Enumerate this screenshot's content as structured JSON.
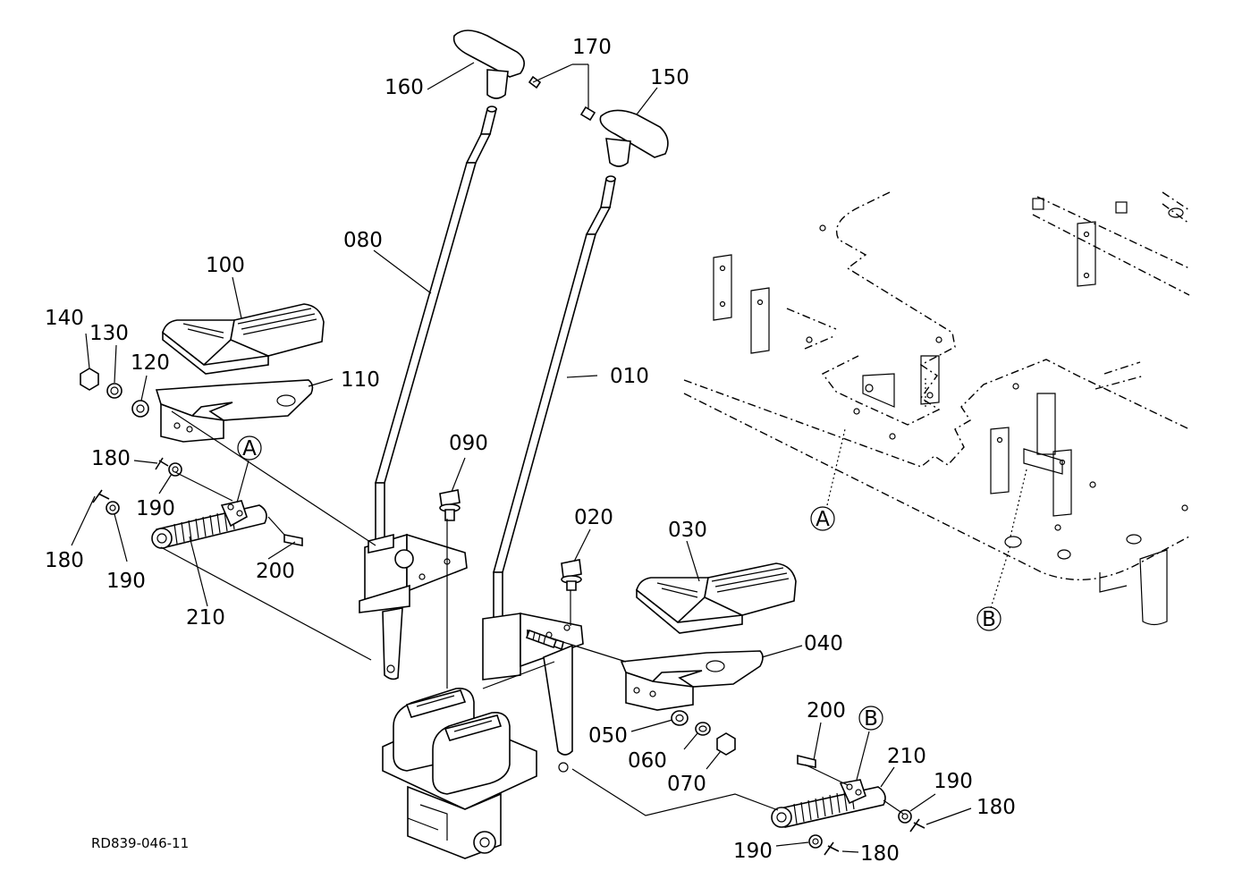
{
  "drawing_code": "RD839-046-11",
  "callouts": [
    {
      "id": "c160",
      "text": "160",
      "part": "Grip (left lever)"
    },
    {
      "id": "c170",
      "text": "170"
    },
    {
      "id": "c150",
      "text": "150"
    },
    {
      "id": "c080",
      "text": "080"
    },
    {
      "id": "c010",
      "text": "010"
    },
    {
      "id": "c100",
      "text": "100"
    },
    {
      "id": "c140",
      "text": "140"
    },
    {
      "id": "c130",
      "text": "130"
    },
    {
      "id": "c120",
      "text": "120"
    },
    {
      "id": "c110",
      "text": "110"
    },
    {
      "id": "c180a",
      "text": "180"
    },
    {
      "id": "c190a",
      "text": "190"
    },
    {
      "id": "c180b",
      "text": "180"
    },
    {
      "id": "c190b",
      "text": "190"
    },
    {
      "id": "c200a",
      "text": "200"
    },
    {
      "id": "c210a",
      "text": "210"
    },
    {
      "id": "c090",
      "text": "090"
    },
    {
      "id": "c020",
      "text": "020"
    },
    {
      "id": "c030",
      "text": "030"
    },
    {
      "id": "c040",
      "text": "040"
    },
    {
      "id": "c050",
      "text": "050"
    },
    {
      "id": "c060",
      "text": "060"
    },
    {
      "id": "c070",
      "text": "070"
    },
    {
      "id": "c200b",
      "text": "200"
    },
    {
      "id": "c210b",
      "text": "210"
    },
    {
      "id": "c190c",
      "text": "190"
    },
    {
      "id": "c180c",
      "text": "180"
    },
    {
      "id": "c190d",
      "text": "190"
    },
    {
      "id": "c180d",
      "text": "180"
    }
  ],
  "reference_markers": [
    {
      "id": "refA1",
      "letter": "A"
    },
    {
      "id": "refA2",
      "letter": "A"
    },
    {
      "id": "refB1",
      "letter": "B"
    },
    {
      "id": "refB2",
      "letter": "B"
    }
  ]
}
